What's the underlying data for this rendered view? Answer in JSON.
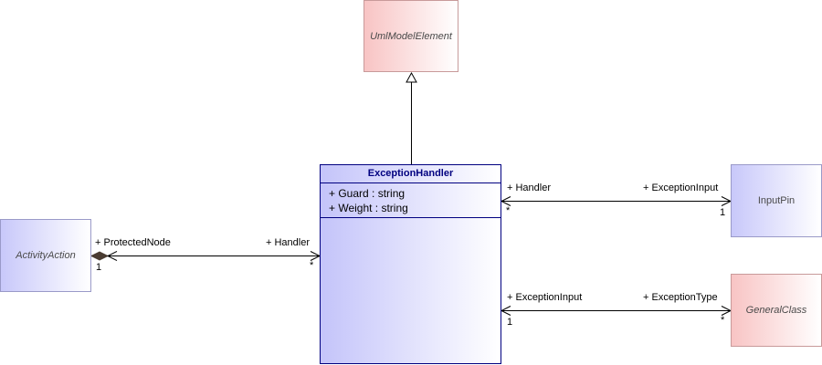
{
  "classes": {
    "uml_model_element": "UmlModelElement",
    "exception_handler": {
      "name": "ExceptionHandler",
      "attributes": [
        "+ Guard : string",
        "+ Weight : string"
      ]
    },
    "activity_action": "ActivityAction",
    "input_pin": "InputPin",
    "general_class": "GeneralClass"
  },
  "associations": {
    "protected_node": {
      "source_role": "+ ProtectedNode",
      "source_mult": "1",
      "target_role": "+ Handler",
      "target_mult": "*"
    },
    "input_pin": {
      "source_role": "+ Handler",
      "source_mult": "*",
      "target_role": "+ ExceptionInput",
      "target_mult": "1"
    },
    "exception_type": {
      "source_role": "+ ExceptionInput",
      "source_mult": "1",
      "target_role": "+ ExceptionType",
      "target_mult": "*"
    }
  }
}
